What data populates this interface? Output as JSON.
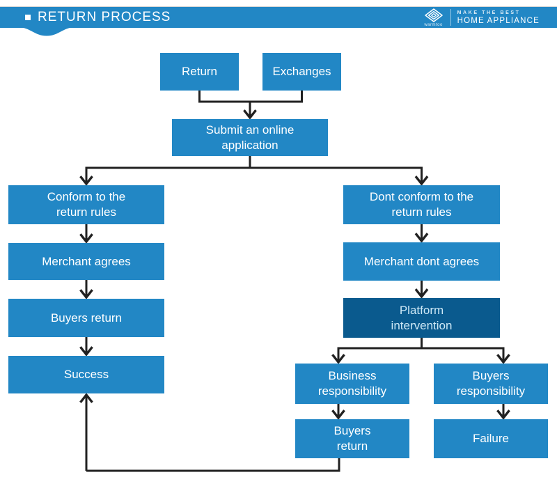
{
  "header": {
    "title": "RETURN PROCESS",
    "brand": {
      "name": "warmtoo",
      "tagline_top": "MAKE THE BEST",
      "tagline_bottom": "HOME APPLIANCE"
    }
  },
  "colors": {
    "primary": "#2287c5",
    "primary_dark": "#0a5a8e",
    "connector": "#212121",
    "text_on_primary": "#ffffff"
  },
  "flowchart": {
    "nodes": [
      {
        "id": "return",
        "label": "Return",
        "variant": "primary"
      },
      {
        "id": "exchanges",
        "label": "Exchanges",
        "variant": "primary"
      },
      {
        "id": "submit",
        "label": "Submit an online\napplication",
        "variant": "primary"
      },
      {
        "id": "conform",
        "label": "Conform to the\nreturn rules",
        "variant": "primary"
      },
      {
        "id": "merchant-agrees",
        "label": "Merchant agrees",
        "variant": "primary"
      },
      {
        "id": "buyers-return",
        "label": "Buyers return",
        "variant": "primary"
      },
      {
        "id": "success",
        "label": "Success",
        "variant": "primary"
      },
      {
        "id": "dont-conform",
        "label": "Dont conform to the\nreturn rules",
        "variant": "primary"
      },
      {
        "id": "merchant-dont-agrees",
        "label": "Merchant dont agrees",
        "variant": "primary"
      },
      {
        "id": "platform-intervention",
        "label": "Platform\nintervention",
        "variant": "dark"
      },
      {
        "id": "business-responsibility",
        "label": "Business\nresponsibility",
        "variant": "primary"
      },
      {
        "id": "buyers-responsibility",
        "label": "Buyers\nresponsibility",
        "variant": "primary"
      },
      {
        "id": "buyers-return-2",
        "label": "Buyers\nreturn",
        "variant": "primary"
      },
      {
        "id": "failure",
        "label": "Failure",
        "variant": "primary"
      }
    ],
    "edges": [
      {
        "from": "return",
        "to": "submit"
      },
      {
        "from": "exchanges",
        "to": "submit"
      },
      {
        "from": "submit",
        "to": "conform"
      },
      {
        "from": "submit",
        "to": "dont-conform"
      },
      {
        "from": "conform",
        "to": "merchant-agrees"
      },
      {
        "from": "merchant-agrees",
        "to": "buyers-return"
      },
      {
        "from": "buyers-return",
        "to": "success"
      },
      {
        "from": "dont-conform",
        "to": "merchant-dont-agrees"
      },
      {
        "from": "merchant-dont-agrees",
        "to": "platform-intervention"
      },
      {
        "from": "platform-intervention",
        "to": "business-responsibility"
      },
      {
        "from": "platform-intervention",
        "to": "buyers-responsibility"
      },
      {
        "from": "business-responsibility",
        "to": "buyers-return-2"
      },
      {
        "from": "buyers-responsibility",
        "to": "failure"
      },
      {
        "from": "buyers-return-2",
        "to": "success"
      }
    ]
  }
}
